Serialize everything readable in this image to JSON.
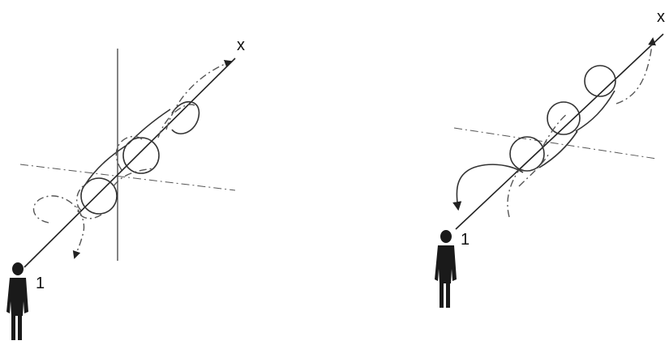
{
  "figures": [
    {
      "axis_label": "x",
      "observer_label": "1",
      "rotation_sense": "clockwise"
    },
    {
      "axis_label": "x",
      "observer_label": "1",
      "rotation_sense": "counter-clockwise"
    }
  ],
  "colors": {
    "line": "#222222",
    "helix": "#333333",
    "dashed": "#555555",
    "figure": "#1a1a1a",
    "background": "#ffffff"
  }
}
